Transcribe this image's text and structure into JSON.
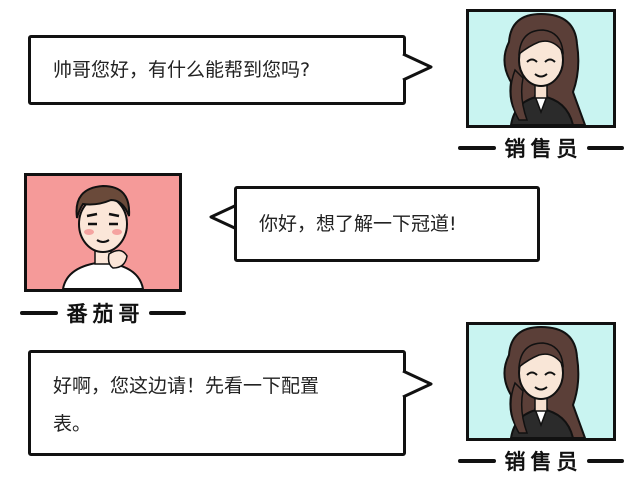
{
  "conversation": [
    {
      "speaker": "销售员",
      "text": "帅哥您好，有什么能帮到您吗?"
    },
    {
      "speaker": "番茄哥",
      "text": "你好，想了解一下冠道!"
    },
    {
      "speaker": "销售员",
      "text": "好啊，您这边请！先看一下配置",
      "text_cont": "表。"
    }
  ],
  "colors": {
    "saleswoman_panel_bg": "#c9f4f1",
    "customer_panel_bg": "#f59a99",
    "outline": "#111111"
  },
  "icons": {
    "saleswoman": "saleswoman-portrait",
    "customer": "customer-portrait"
  }
}
